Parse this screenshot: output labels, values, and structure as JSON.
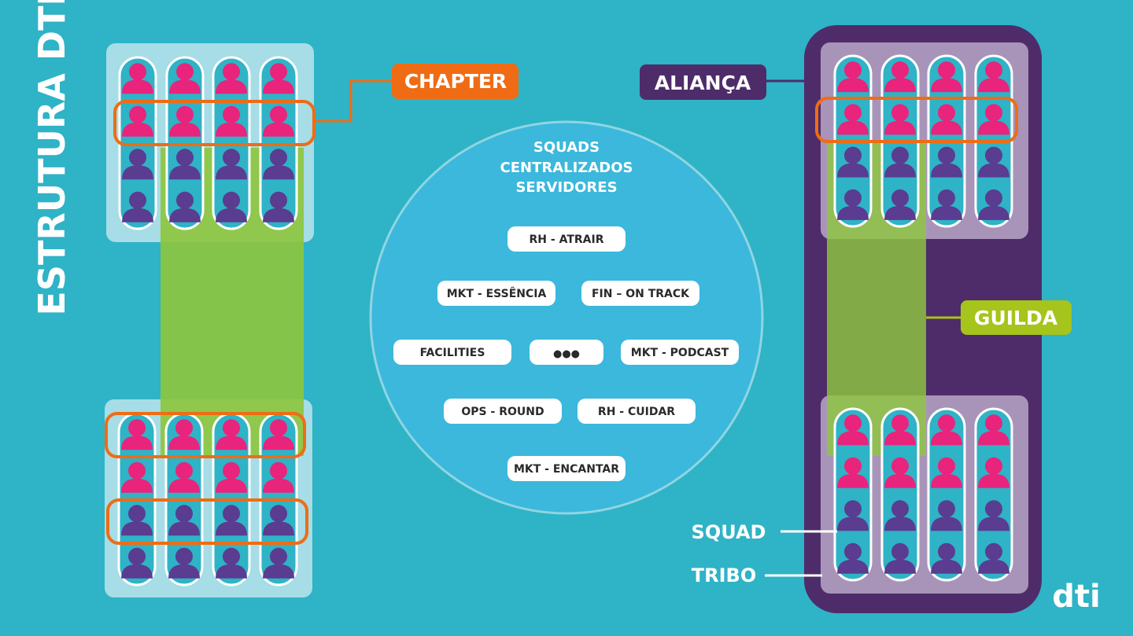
{
  "page": {
    "vertical_title": "ESTRUTURA DTI",
    "logo_text": "dti"
  },
  "labels": {
    "chapter": "CHAPTER",
    "alianca": "ALIANÇA",
    "guilda": "GUILDA",
    "squad": "SQUAD",
    "tribo": "TRIBO"
  },
  "center_circle": {
    "title_lines": [
      "SQUADS",
      "CENTRALIZADOS",
      "SERVIDORES"
    ],
    "pills": {
      "rh_atrair": "RH - ATRAIR",
      "mkt_essencia": "MKT - ESSÊNCIA",
      "fin_on_track": "FIN – ON TRACK",
      "facilities": "FACILITIES",
      "more": "●●●",
      "mkt_podcast": "MKT - PODCAST",
      "ops_round": "OPS - ROUND",
      "rh_cuidar": "RH - CUIDAR",
      "mkt_encantar": "MKT - ENCANTAR"
    }
  },
  "colors": {
    "background": "#2fb3c6",
    "light_panel": "#a6dde6",
    "mauve_panel": "#a994b9",
    "alianca_purple": "#4e2c6a",
    "pink_person": "#e8247c",
    "purple_person": "#5a3c91",
    "green_band": "#8dc63f",
    "chapter_orange": "#ef6c14",
    "guilda_green": "#a5c41c",
    "circle_fill": "#3bb8dc",
    "white": "#ffffff"
  },
  "icons": {
    "person": "person-icon",
    "logo": "dti-logo"
  }
}
